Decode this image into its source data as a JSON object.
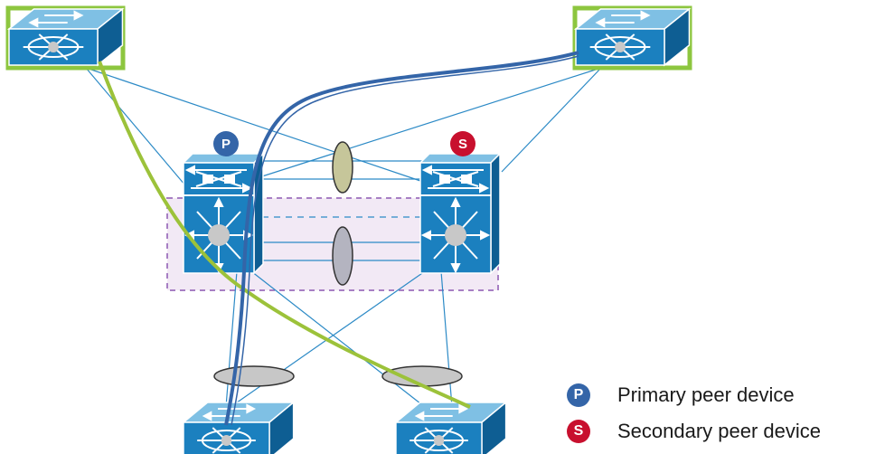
{
  "badges": {
    "primary": "P",
    "secondary": "S"
  },
  "legend": [
    {
      "badge": "P",
      "label": "Primary peer device"
    },
    {
      "badge": "S",
      "label": "Secondary peer device"
    }
  ],
  "colors": {
    "device_blue": "#1b80bf",
    "device_blue_dark": "#0e5e93",
    "device_top": "#7fc0e4",
    "highlight_border": "#8dc63f",
    "blue_cable": "#3465a8",
    "green_cable": "#9cc23a",
    "thin_link": "#2c8ac6",
    "vpc_domain_fill": "#f2e9f5",
    "vpc_domain_border": "#a77fc4",
    "port_channel_fill": "#c7c7c7",
    "peer_link_oval": "#c6c69a",
    "primary_badge": "#3465a8",
    "secondary_badge": "#c8102e"
  }
}
